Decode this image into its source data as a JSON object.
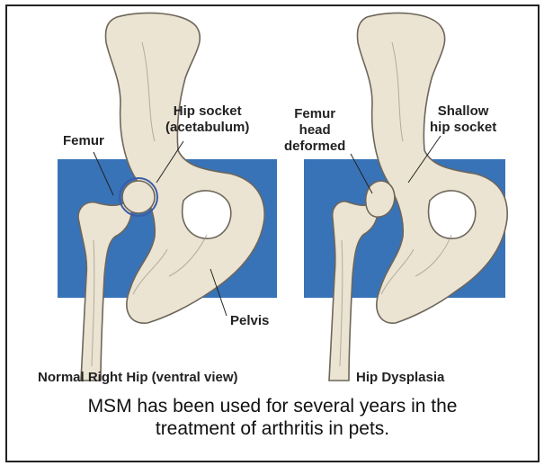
{
  "colors": {
    "bone_fill": "#ece4d2",
    "bone_stroke": "#6d665b",
    "background_panel": "#3873b8",
    "socket_ring": "#3a5da8",
    "text": "#222222",
    "border": "#222222"
  },
  "normal_hip": {
    "labels": {
      "femur": "Femur",
      "hip_socket_line1": "Hip socket",
      "hip_socket_line2": "(acetabulum)",
      "pelvis": "Pelvis"
    },
    "caption": "Normal Right Hip (ventral view)"
  },
  "dysplasia_hip": {
    "labels": {
      "femur_head_line1": "Femur",
      "femur_head_line2": "head",
      "femur_head_line3": "deformed",
      "shallow_socket_line1": "Shallow",
      "shallow_socket_line2": "hip socket"
    },
    "caption": "Hip Dysplasia"
  },
  "footer": {
    "line1": "MSM has been used for several years in the",
    "line2": "treatment of arthritis in pets."
  }
}
